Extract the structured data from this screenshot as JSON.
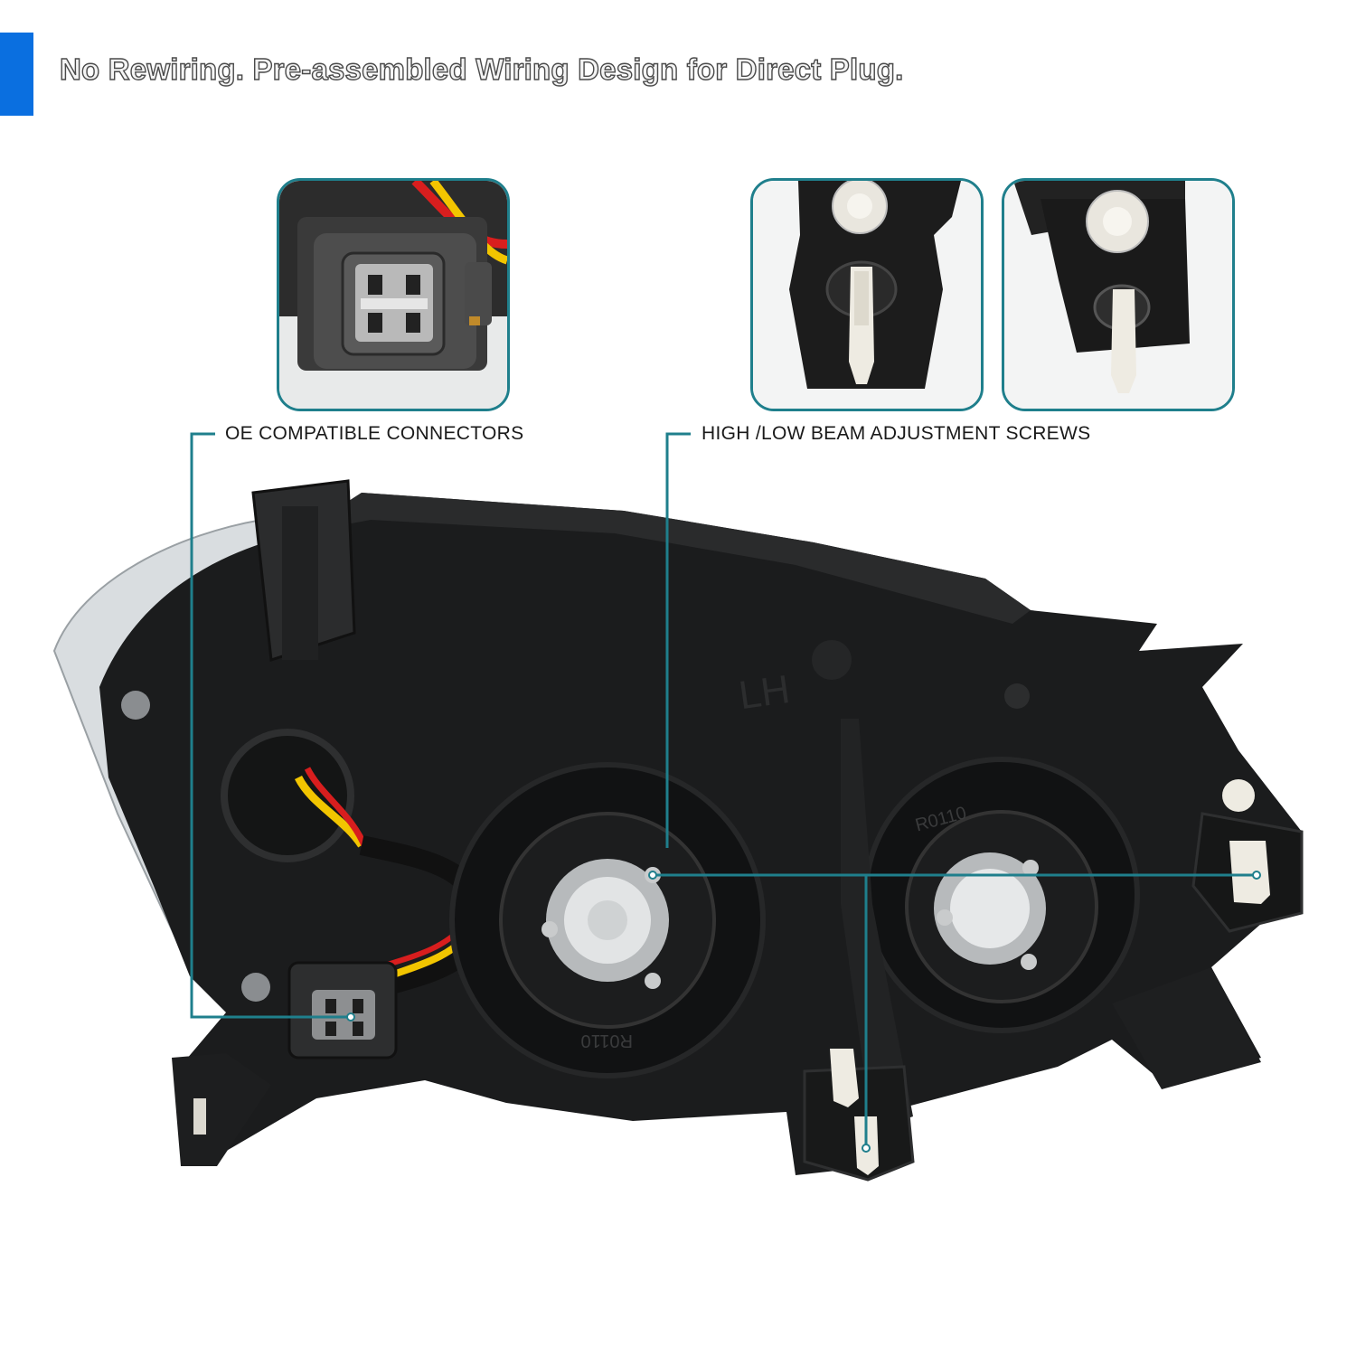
{
  "header": {
    "headline": "No Rewiring. Pre-assembled Wiring Design for Direct Plug.",
    "accent_color": "#0a6fe0"
  },
  "callouts": {
    "connectors_label": "OE COMPATIBLE CONNECTORS",
    "adjustment_label": "HIGH /LOW BEAM ADJUSTMENT SCREWS",
    "line_color": "#1f7f8c"
  },
  "housing": {
    "side_mark": "LH",
    "part_mark_upper": "R0110",
    "part_mark_lower": "R0110"
  },
  "icons": [
    "connector-closeup-photo",
    "adjuster-screw-closeup-photo",
    "headlight-housing-photo"
  ]
}
